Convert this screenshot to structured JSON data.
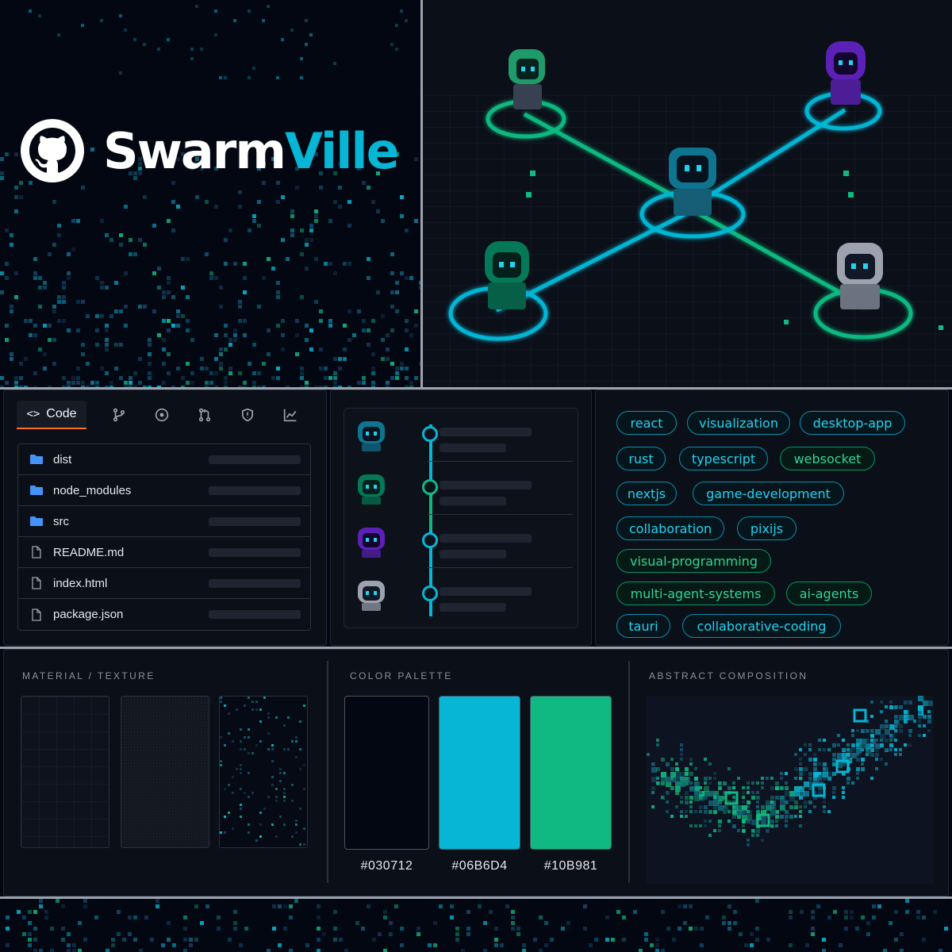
{
  "brand": {
    "name_part1": "Swarm",
    "name_part2": "Ville",
    "logo_icon": "github-mark-icon"
  },
  "repo_tabs": {
    "code_label": "Code",
    "icons": [
      "branch-icon",
      "issues-icon",
      "pull-request-icon",
      "security-shield-icon",
      "insights-graph-icon"
    ]
  },
  "files": [
    {
      "name": "dist",
      "type": "folder"
    },
    {
      "name": "node_modules",
      "type": "folder"
    },
    {
      "name": "src",
      "type": "folder"
    },
    {
      "name": "README.md",
      "type": "file"
    },
    {
      "name": "index.html",
      "type": "file"
    },
    {
      "name": "package.json",
      "type": "file"
    }
  ],
  "timeline": [
    {
      "agent": "blue-robot-avatar",
      "color": "#06B6D4"
    },
    {
      "agent": "green-robot-avatar",
      "color": "#10B981"
    },
    {
      "agent": "purple-robot-avatar",
      "color": "#06B6D4"
    },
    {
      "agent": "gray-robot-avatar",
      "color": "#06B6D4"
    }
  ],
  "tags": [
    {
      "label": "react",
      "color": "cyan"
    },
    {
      "label": "visualization",
      "color": "cyan"
    },
    {
      "label": "desktop-app",
      "color": "cyan"
    },
    {
      "label": "rust",
      "color": "cyan"
    },
    {
      "label": "typescript",
      "color": "cyan"
    },
    {
      "label": "websocket",
      "color": "green"
    },
    {
      "label": "nextjs",
      "color": "cyan"
    },
    {
      "label": "game-development",
      "color": "cyan"
    },
    {
      "label": "collaboration",
      "color": "cyan"
    },
    {
      "label": "pixijs",
      "color": "cyan"
    },
    {
      "label": "visual-programming",
      "color": "green"
    },
    {
      "label": "multi-agent-systems",
      "color": "green"
    },
    {
      "label": "ai-agents",
      "color": "green"
    },
    {
      "label": "tauri",
      "color": "cyan"
    },
    {
      "label": "collaborative-coding",
      "color": "cyan"
    }
  ],
  "sections": {
    "material_title": "MATERIAL / TEXTURE",
    "palette_title": "COLOR PALETTE",
    "abstract_title": "ABSTRACT COMPOSITION"
  },
  "palette": [
    {
      "hex": "#030712",
      "label": "#030712"
    },
    {
      "hex": "#06B6D4",
      "label": "#06B6D4"
    },
    {
      "hex": "#10B981",
      "label": "#10B981"
    }
  ],
  "colors": {
    "background": "#030712",
    "cyan": "#06B6D4",
    "green": "#10B981",
    "purple": "#6D28D9"
  }
}
